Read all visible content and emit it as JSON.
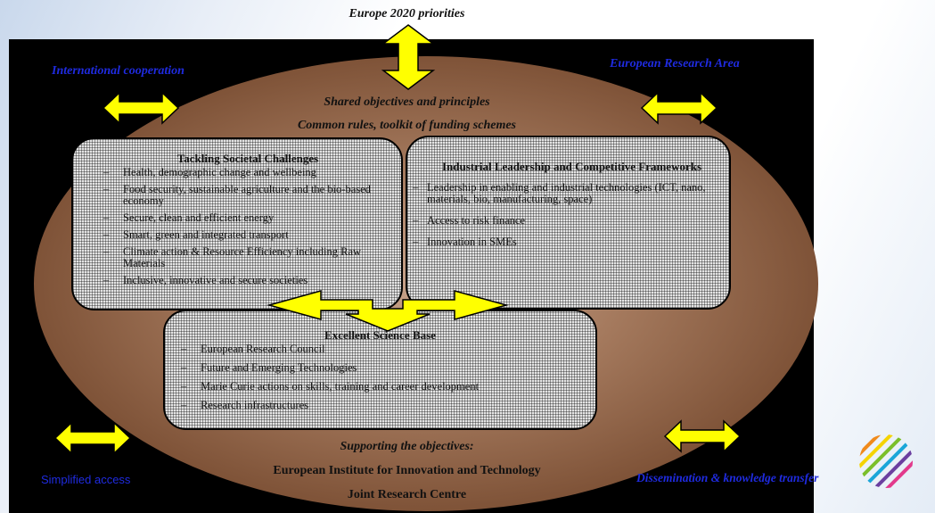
{
  "top_title": "Europe 2020 priorities",
  "corners": {
    "top_left": "International cooperation",
    "top_right": "European Research Area",
    "bottom_left": "Simplified access",
    "bottom_right": "Dissemination & knowledge transfer"
  },
  "shared_line1": "Shared objectives and principles",
  "shared_line2": "Common rules, toolkit of funding schemes",
  "societal": {
    "title": "Tackling Societal Challenges",
    "items": [
      "Health, demographic change and wellbeing",
      "Food security, sustainable agriculture and the bio-based economy",
      "Secure, clean and efficient energy",
      "Smart, green and integrated transport",
      "Climate action & Resource Efficiency including Raw Materials",
      "Inclusive, innovative and secure societies"
    ]
  },
  "industrial": {
    "title": "Industrial Leadership and Competitive Frameworks",
    "items": [
      "Leadership in enabling and industrial technologies (ICT, nano, materials, bio, manufacturing, space)",
      "Access to risk finance",
      "Innovation in SMEs"
    ]
  },
  "science": {
    "title": "Excellent Science Base",
    "items": [
      "European Research Council",
      "Future and Emerging Technologies",
      "Marie Curie actions on skills, training and career development",
      "Research infrastructures"
    ]
  },
  "supporting": {
    "heading": "Supporting the objectives:",
    "line1": "European Institute for Innovation and Technology",
    "line2": "Joint Research Centre"
  },
  "colors": {
    "arrow_fill": "#ffff00",
    "corner_text": "#1f2be0",
    "ellipse": "#8a5c40"
  }
}
